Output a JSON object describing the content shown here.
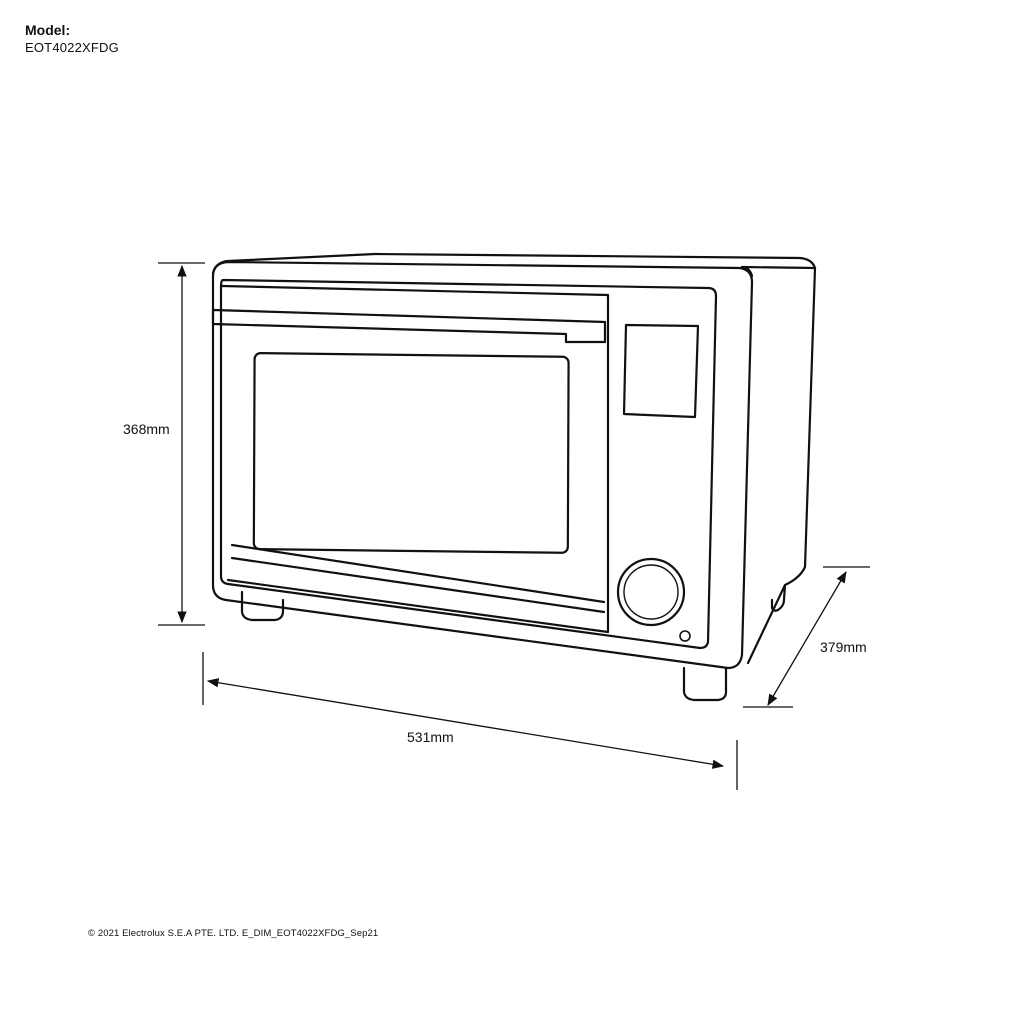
{
  "header": {
    "model_label": "Model:",
    "model_value": "EOT4022XFDG"
  },
  "dimensions": {
    "height": "368mm",
    "width": "531mm",
    "depth": "379mm"
  },
  "footer": {
    "copyright": "© 2021 Electrolux S.E.A PTE. LTD. E_DIM_EOT4022XFDG_Sep21"
  },
  "colors": {
    "line": "#111111",
    "background": "#ffffff"
  }
}
